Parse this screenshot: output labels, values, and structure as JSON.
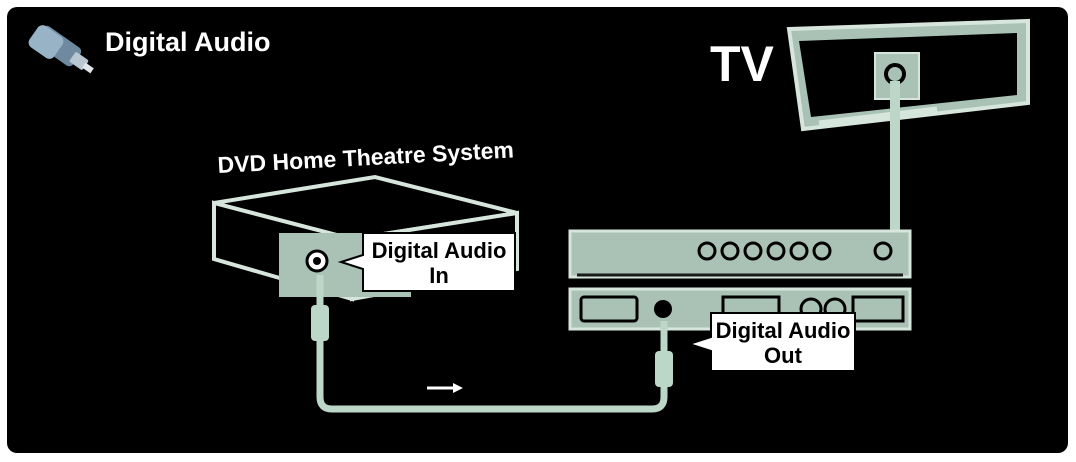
{
  "header": {
    "title": "Digital Audio",
    "icon": "optical-plug-icon"
  },
  "labels": {
    "tv": "TV",
    "dvd_system": "DVD Home Theatre System",
    "callout_in_line1": "Digital Audio",
    "callout_in_line2": "In",
    "callout_out_line1": "Digital Audio",
    "callout_out_line2": "Out"
  },
  "colors": {
    "background": "#000000",
    "device_fill": "#a9c2b5",
    "device_stroke": "#d6e6dc",
    "cable": "#bcd6c7",
    "callout_fill": "#ffffff",
    "text": "#ffffff",
    "callout_text": "#000000"
  }
}
